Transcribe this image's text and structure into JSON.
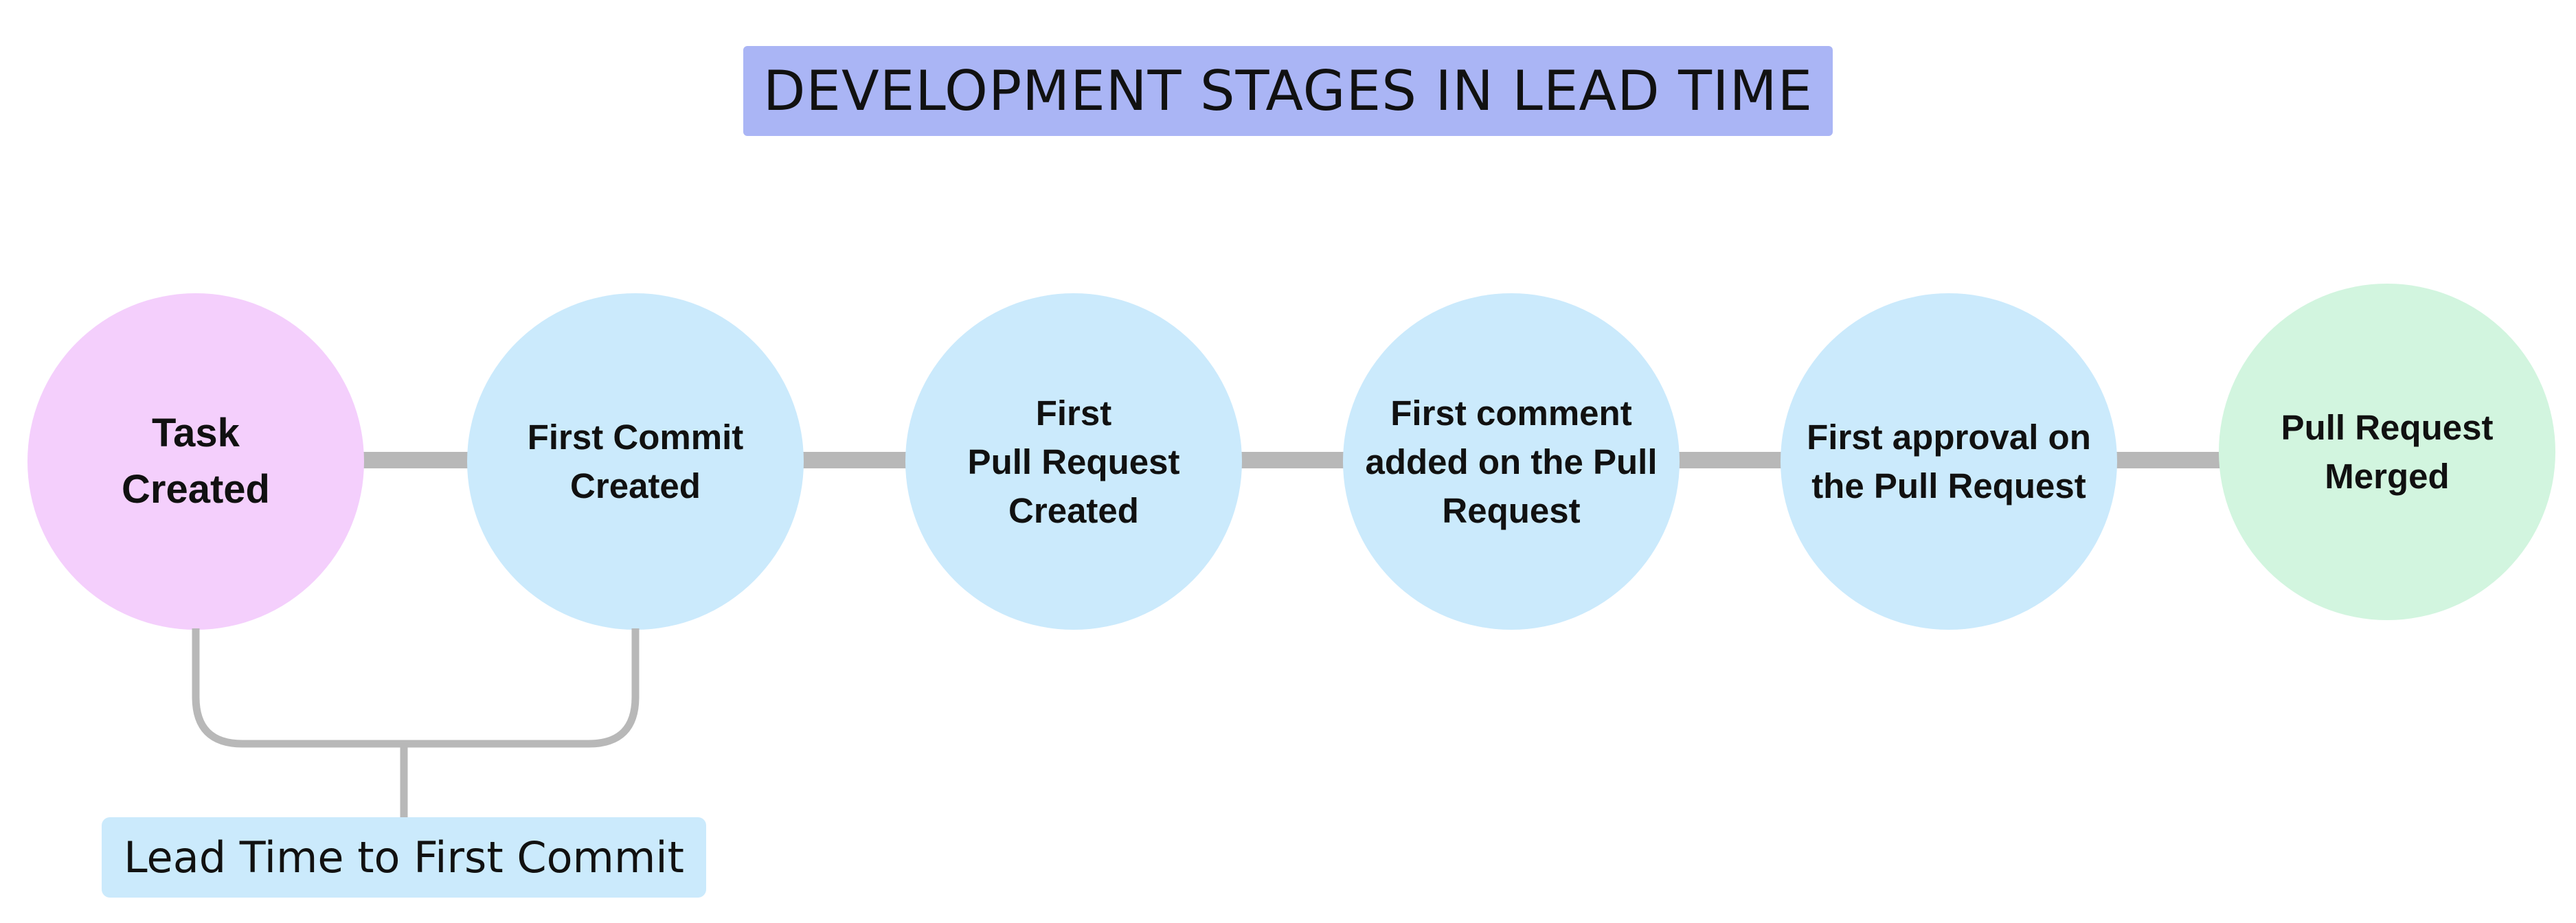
{
  "title": "DEVELOPMENT STAGES IN LEAD TIME",
  "stages": [
    {
      "label": "Task\nCreated",
      "color": "#f4cffc"
    },
    {
      "label": "First Commit\nCreated",
      "color": "#cbeafc"
    },
    {
      "label": "First\nPull Request\nCreated",
      "color": "#cbeafc"
    },
    {
      "label": "First comment\nadded on the Pull\nRequest",
      "color": "#cbeafc"
    },
    {
      "label": "First approval on\nthe Pull Request",
      "color": "#cbeafc"
    },
    {
      "label": "Pull Request\nMerged",
      "color": "#d2f5df"
    }
  ],
  "lead_time_label": "Lead Time to First Commit",
  "colors": {
    "title_background": "#aab5f5",
    "connector": "#b8b8b8",
    "lead_time_background": "#cbeafc"
  }
}
